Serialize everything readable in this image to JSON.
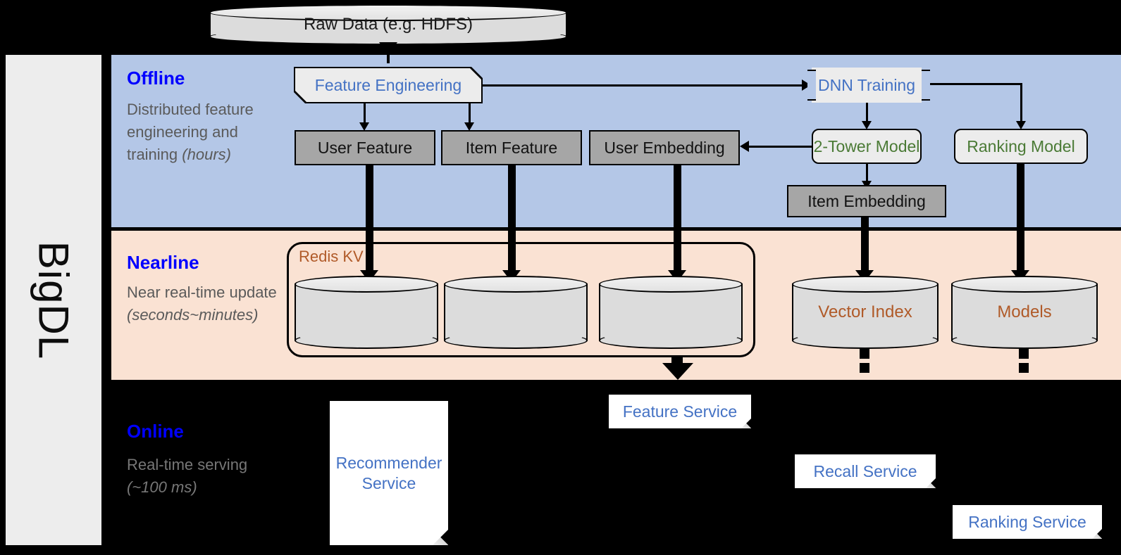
{
  "rail": {
    "label": "BigDL"
  },
  "bands": {
    "offline": {
      "title": "Offline",
      "desc_main": "Distributed feature engineering and training ",
      "desc_it": "(hours)"
    },
    "nearline": {
      "title": "Nearline",
      "desc_main": "Near real-time update ",
      "desc_it": "(seconds~minutes)"
    },
    "online": {
      "title": "Online",
      "desc_main": "Real-time serving ",
      "desc_it": "(~100 ms)"
    }
  },
  "source": {
    "raw_data": "Raw Data (e.g. HDFS)"
  },
  "offline_nodes": {
    "feature_engineering": "Feature Engineering",
    "dnn_training": "DNN Training",
    "user_feature": "User Feature",
    "item_feature": "Item Feature",
    "user_embedding": "User Embedding",
    "two_tower_model": "2-Tower Model",
    "ranking_model": "Ranking Model",
    "item_embedding": "Item Embedding"
  },
  "nearline_nodes": {
    "redis_kv": "Redis KV",
    "kv_store_1": "",
    "kv_store_2": "",
    "kv_store_3": "",
    "vector_index": "Vector Index",
    "models": "Models"
  },
  "online_nodes": {
    "recommender_service": "Recommender Service",
    "feature_service": "Feature Service",
    "recall_service": "Recall Service",
    "ranking_service": "Ranking Service"
  },
  "colors": {
    "offline_band": "#b4c7e7",
    "nearline_band": "#fae2d3",
    "online_band": "#000000",
    "band_title": "#0000ff",
    "blue_text": "#4472c4",
    "green_text": "#4a7a35",
    "brown_text": "#b05a28",
    "gray_box": "#a6a6a6",
    "rail_bg": "#ededed"
  }
}
